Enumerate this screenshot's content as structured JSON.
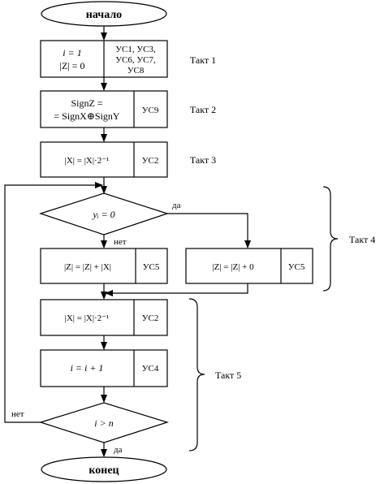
{
  "flowchart": {
    "start": "начало",
    "end": "конец",
    "steps": [
      {
        "id": "step1",
        "op_line1": "i = 1",
        "op_line2": "|Z| = 0",
        "signals": [
          "УС1, УС3,",
          "УС6, УС7,",
          "УС8"
        ],
        "tact": "Такт 1"
      },
      {
        "id": "step2",
        "op_line1": "SignZ =",
        "op_line2": "= SignX⊕SignY",
        "signals": [
          "УС9"
        ],
        "tact": "Такт 2"
      },
      {
        "id": "step3",
        "op": "|X| = |X|·2⁻¹",
        "signals": [
          "УС2"
        ],
        "tact": "Такт 3"
      },
      {
        "id": "step5a",
        "op": "|Z| = |Z| + |X|",
        "signals": [
          "УС5"
        ]
      },
      {
        "id": "step5b",
        "op": "|Z| = |Z| + 0",
        "signals": [
          "УС5"
        ]
      },
      {
        "id": "step6",
        "op": "|X| = |X|·2⁻¹",
        "signals": [
          "УС2"
        ]
      },
      {
        "id": "step7",
        "op": "i = i + 1",
        "signals": [
          "УС4"
        ]
      }
    ],
    "decision1": {
      "condition": "yᵢ = 0",
      "yes": "да",
      "no": "нет"
    },
    "decision2": {
      "condition": "i > n",
      "yes": "да",
      "no": "нет"
    },
    "tact4": "Такт 4",
    "tact5": "Такт 5"
  }
}
